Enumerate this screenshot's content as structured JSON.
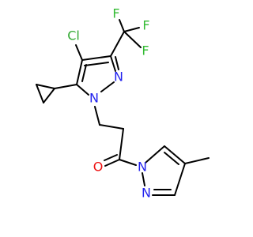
{
  "molecule": {
    "atoms": {
      "cl": {
        "symbol": "Cl",
        "color": "#33aa33"
      },
      "f1": {
        "symbol": "F",
        "color": "#33bb33"
      },
      "f2": {
        "symbol": "F",
        "color": "#33bb33"
      },
      "f3": {
        "symbol": "F",
        "color": "#33bb33"
      },
      "n1": {
        "symbol": "N",
        "color": "#2222ee"
      },
      "n2": {
        "symbol": "N",
        "color": "#2222ee"
      },
      "n3": {
        "symbol": "N",
        "color": "#2222ee"
      },
      "n4": {
        "symbol": "N",
        "color": "#2222ee"
      },
      "o1": {
        "symbol": "O",
        "color": "#ee1111"
      }
    },
    "bond_color": "#000000",
    "background": "#ffffff"
  }
}
